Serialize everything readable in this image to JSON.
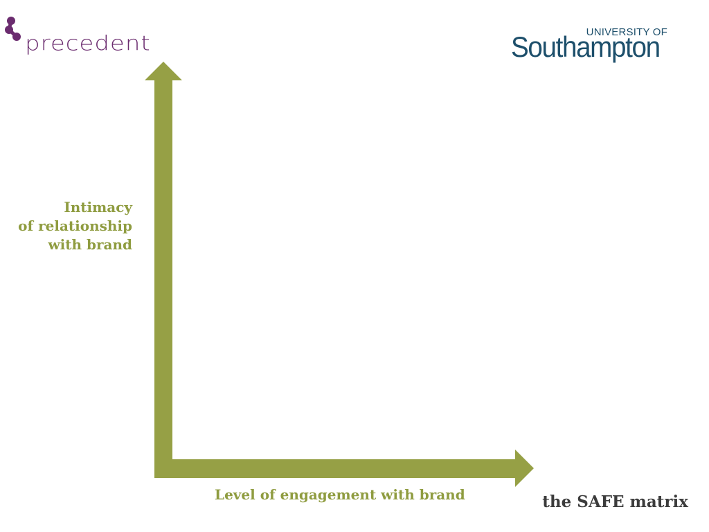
{
  "logos": {
    "precedent": {
      "text": "precedent",
      "color": "#6b2c6f"
    },
    "southampton": {
      "university_of": "UNIVERSITY OF",
      "name": "Southampton",
      "color": "#1d4f6b"
    }
  },
  "diagram": {
    "y_axis_label": [
      "Intimacy",
      "of relationship",
      "with brand"
    ],
    "x_axis_label": "Level of engagement with brand",
    "axis_color": "#96a045",
    "label_color": "#8f9c40"
  },
  "footer": {
    "title": "the SAFE matrix"
  }
}
